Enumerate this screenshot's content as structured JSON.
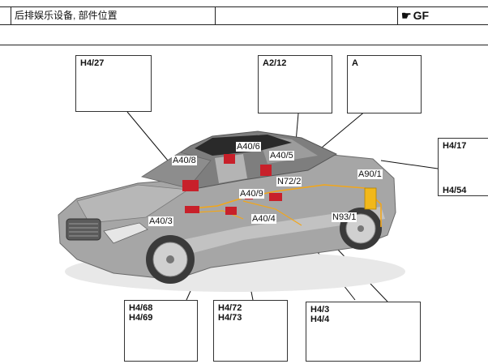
{
  "header": {
    "title": "后排娱乐设备, 部件位置",
    "gf_code": "GF",
    "gf_icon": "pointing-hand-icon"
  },
  "callouts": {
    "a40_8": "A40/8",
    "a40_6": "A40/6",
    "a40_5": "A40/5",
    "n72_2": "N72/2",
    "a90_1": "A90/1",
    "a40_9": "A40/9",
    "a40_3": "A40/3",
    "a40_4": "A40/4",
    "n93_1": "N93/1"
  },
  "detail_boxes": {
    "h4_27": "H4/27",
    "a2_12": "A2/12",
    "a": "A",
    "h4_17": "H4/17",
    "h4_54": "H4/54",
    "h4_68": "H4/68",
    "h4_69": "H4/69",
    "h4_72": "H4/72",
    "h4_73": "H4/73",
    "h4_3": "H4/3",
    "h4_4": "H4/4"
  },
  "colors": {
    "car_body": "#9a9a9a",
    "component_red": "#c8202a",
    "component_yellow": "#f2b81a",
    "line": "#111111"
  }
}
